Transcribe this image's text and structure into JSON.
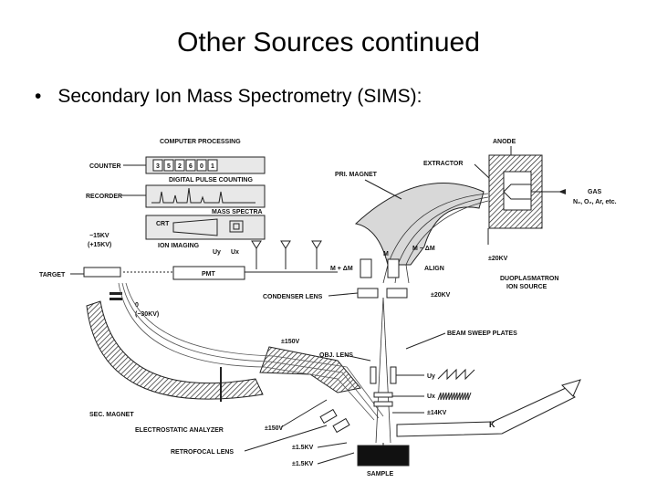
{
  "slide": {
    "title": "Other Sources continued",
    "bullet": "Secondary Ion Mass Spectrometry (SIMS):"
  },
  "diagram": {
    "labels": {
      "computer_processing": "COMPUTER PROCESSING",
      "counter": "COUNTER",
      "counter_digits": [
        "3",
        "5",
        "2",
        "6",
        "0",
        "1"
      ],
      "digital_pulse_counting": "DIGITAL PULSE COUNTING",
      "recorder": "RECORDER",
      "mass_spectra": "MASS SPECTRA",
      "crt": "CRT",
      "ion_imaging": "ION IMAGING",
      "uy": "Uy",
      "ux": "Ux",
      "minus_15kv": "−15KV",
      "plus_15kv": "(+15KV)",
      "target": "TARGET",
      "pmt": "PMT",
      "zero": "0",
      "minus_30kv": "(−30KV)",
      "anode": "ANODE",
      "extractor": "EXTRACTOR",
      "pri_magnet": "PRI. MAGNET",
      "gas": "GAS",
      "gas_species": "N₂, O₂, Ar, etc.",
      "m_minus_dm": "M − ΔM",
      "m_plus_dm": "M + ΔM",
      "m": "M",
      "align": "ALIGN",
      "plus_20kv_a": "±20KV",
      "duoplasmatron": "DUOPLASMATRON",
      "ion_source": "ION SOURCE",
      "condenser_lens": "CONDENSER LENS",
      "plus_20kv_b": "±20KV",
      "beam_sweep_plates": "BEAM SWEEP PLATES",
      "plus_150v_a": "±150V",
      "obj_lens": "OBJ. LENS",
      "uy2": "Uy",
      "ux2": "Ux",
      "sec_magnet": "SEC. MAGNET",
      "electrostatic_analyzer": "ELECTROSTATIC ANALYZER",
      "plus_150v_b": "±150V",
      "plus_14kv": "±14KV",
      "k": "K",
      "retrofocal_lens": "RETROFOCAL LENS",
      "plus_1_5kv_a": "±1.5KV",
      "plus_1_5kv_b": "±1.5KV",
      "sample": "SAMPLE"
    }
  }
}
